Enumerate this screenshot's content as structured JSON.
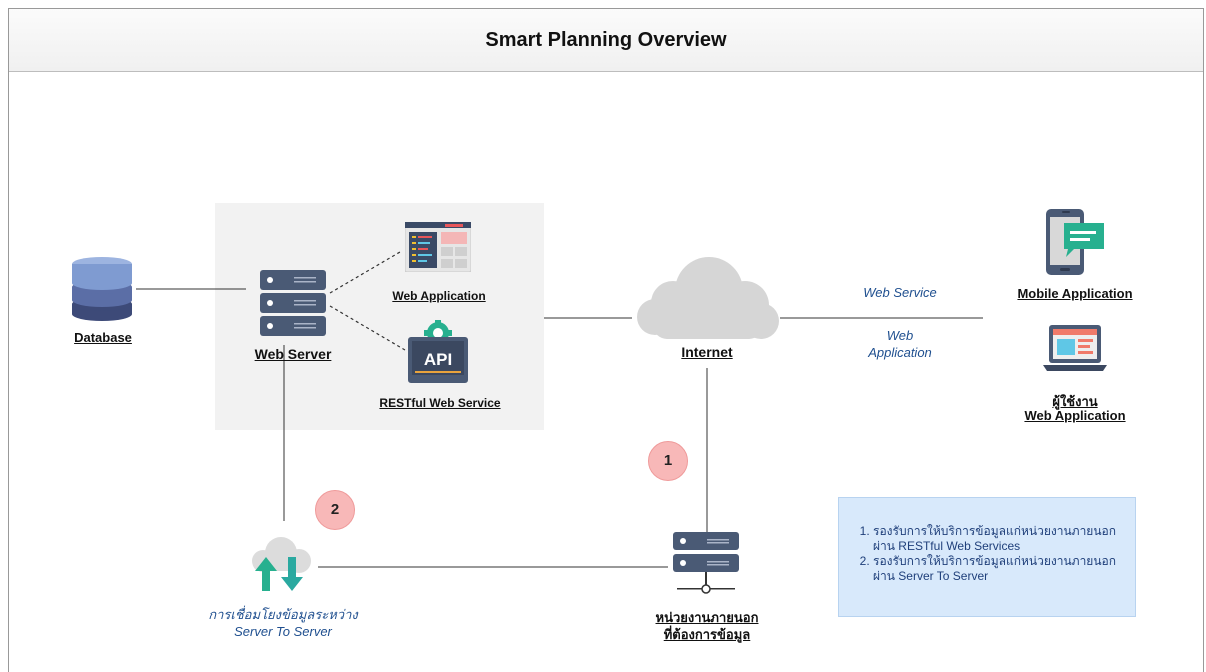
{
  "title": "Smart Planning Overview",
  "nodes": {
    "database": "Database",
    "web_server": "Web Server",
    "web_application": "Web Application",
    "restful": "RESTful Web Service",
    "internet": "Internet",
    "mobile_app": "Mobile Application",
    "user_web_line1": "ผู้ใช้งาน",
    "user_web_line2": "Web Application",
    "external_line1": "หน่วยงานภายนอก",
    "external_line2": "ที่ต้องการข้อมูล",
    "s2s_line1": "การเชื่อมโยงข้อมูลระหว่าง",
    "s2s_line2": "Server To Server"
  },
  "edge_labels": {
    "web_service": "Web Service",
    "web_app_line1": "Web",
    "web_app_line2": "Application"
  },
  "badges": [
    "1",
    "2"
  ],
  "notes": [
    "รองรับการให้บริการข้อมูลแก่หน่วยงานภายนอก ผ่าน RESTful Web Services",
    "รองรับการให้บริการข้อมูลแก่หน่วยงานภายนอก ผ่าน Server To Server"
  ],
  "icons": {
    "api_text": "API",
    "colors": {
      "server": "#4a5a75",
      "server_dark": "#3b4860",
      "db_top": "#7f9bd1",
      "db_mid": "#6b80b8",
      "db_bot": "#3d4a78",
      "cloud": "#d3d3d3",
      "chat": "#27b08f",
      "arrow_up": "#27b08f",
      "arrow_down": "#2aa9a0"
    }
  }
}
